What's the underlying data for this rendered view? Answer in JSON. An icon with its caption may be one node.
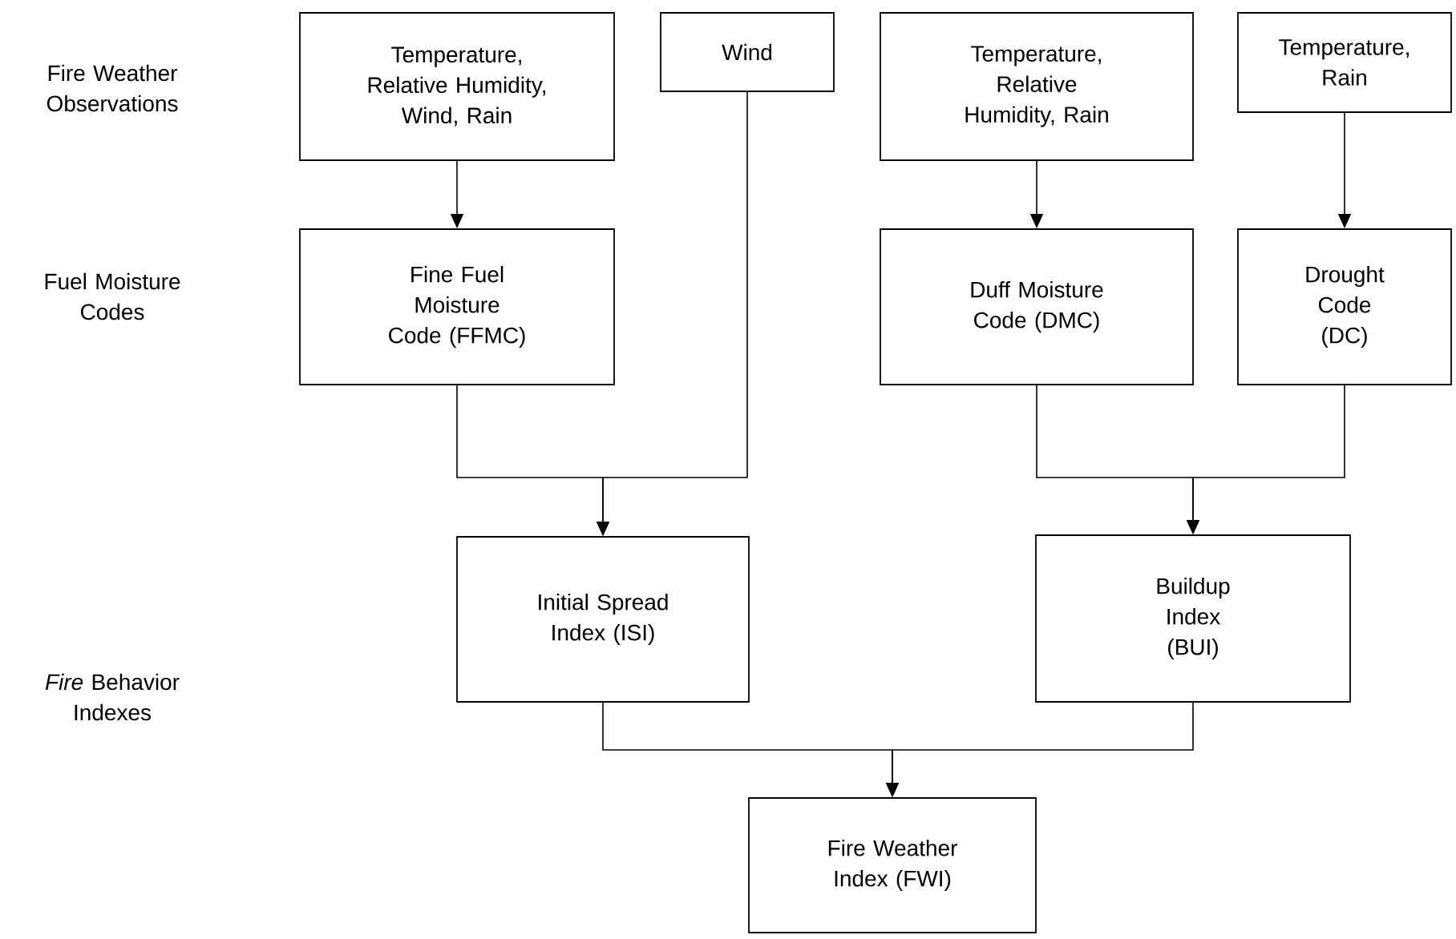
{
  "diagram": {
    "nodes": [
      {
        "text": [
          "Temperature, Relative Humidity, Wind, Rain"
        ]
      },
      {
        "text": [
          "Wind"
        ]
      },
      {
        "text": [
          "Temperature, Relative Humidity, Rain"
        ]
      },
      {
        "text": [
          "Temperature, Rain"
        ]
      },
      {
        "text": [
          "Fine Fuel Moisture Code (FFMC)"
        ]
      },
      {
        "text": [
          "Duff Moisture Code (DMC)"
        ]
      },
      {
        "text": [
          "Drought Code (DC)"
        ]
      },
      {
        "text": [
          "Initial Spread Index (ISI)"
        ]
      },
      {
        "text": [
          "Buildup Index (BUI)"
        ]
      },
      {
        "text": [
          "Fire Weather Index (FWI)"
        ]
      }
    ],
    "edges": [
      {
        "from": 0,
        "to": 4,
        "arrow": "to"
      },
      {
        "from": 2,
        "to": 5,
        "arrow": "to"
      },
      {
        "from": 3,
        "to": 6,
        "arrow": "to"
      },
      {
        "from": 4,
        "to": 7,
        "arrow": "to"
      },
      {
        "from": 1,
        "to": 7,
        "arrow": "to"
      },
      {
        "from": 5,
        "to": 8,
        "arrow": "to"
      },
      {
        "from": 6,
        "to": 8,
        "arrow": "to"
      },
      {
        "from": 7,
        "to": 9,
        "arrow": "to"
      },
      {
        "from": 8,
        "to": 9,
        "arrow": "to"
      }
    ],
    "labels": [
      "Fire Weather Observations",
      "Fuel Moisture Codes",
      "*Fire* Behavior Indexes"
    ]
  }
}
